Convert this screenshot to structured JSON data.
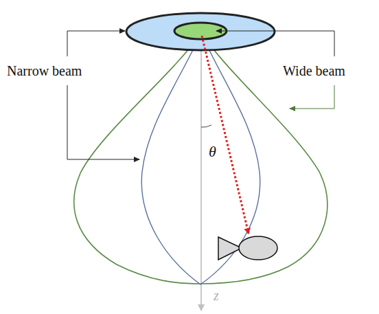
{
  "diagram": {
    "labels": [
      "Narrow beam",
      "Wide beam",
      "θ",
      "z"
    ]
  }
}
